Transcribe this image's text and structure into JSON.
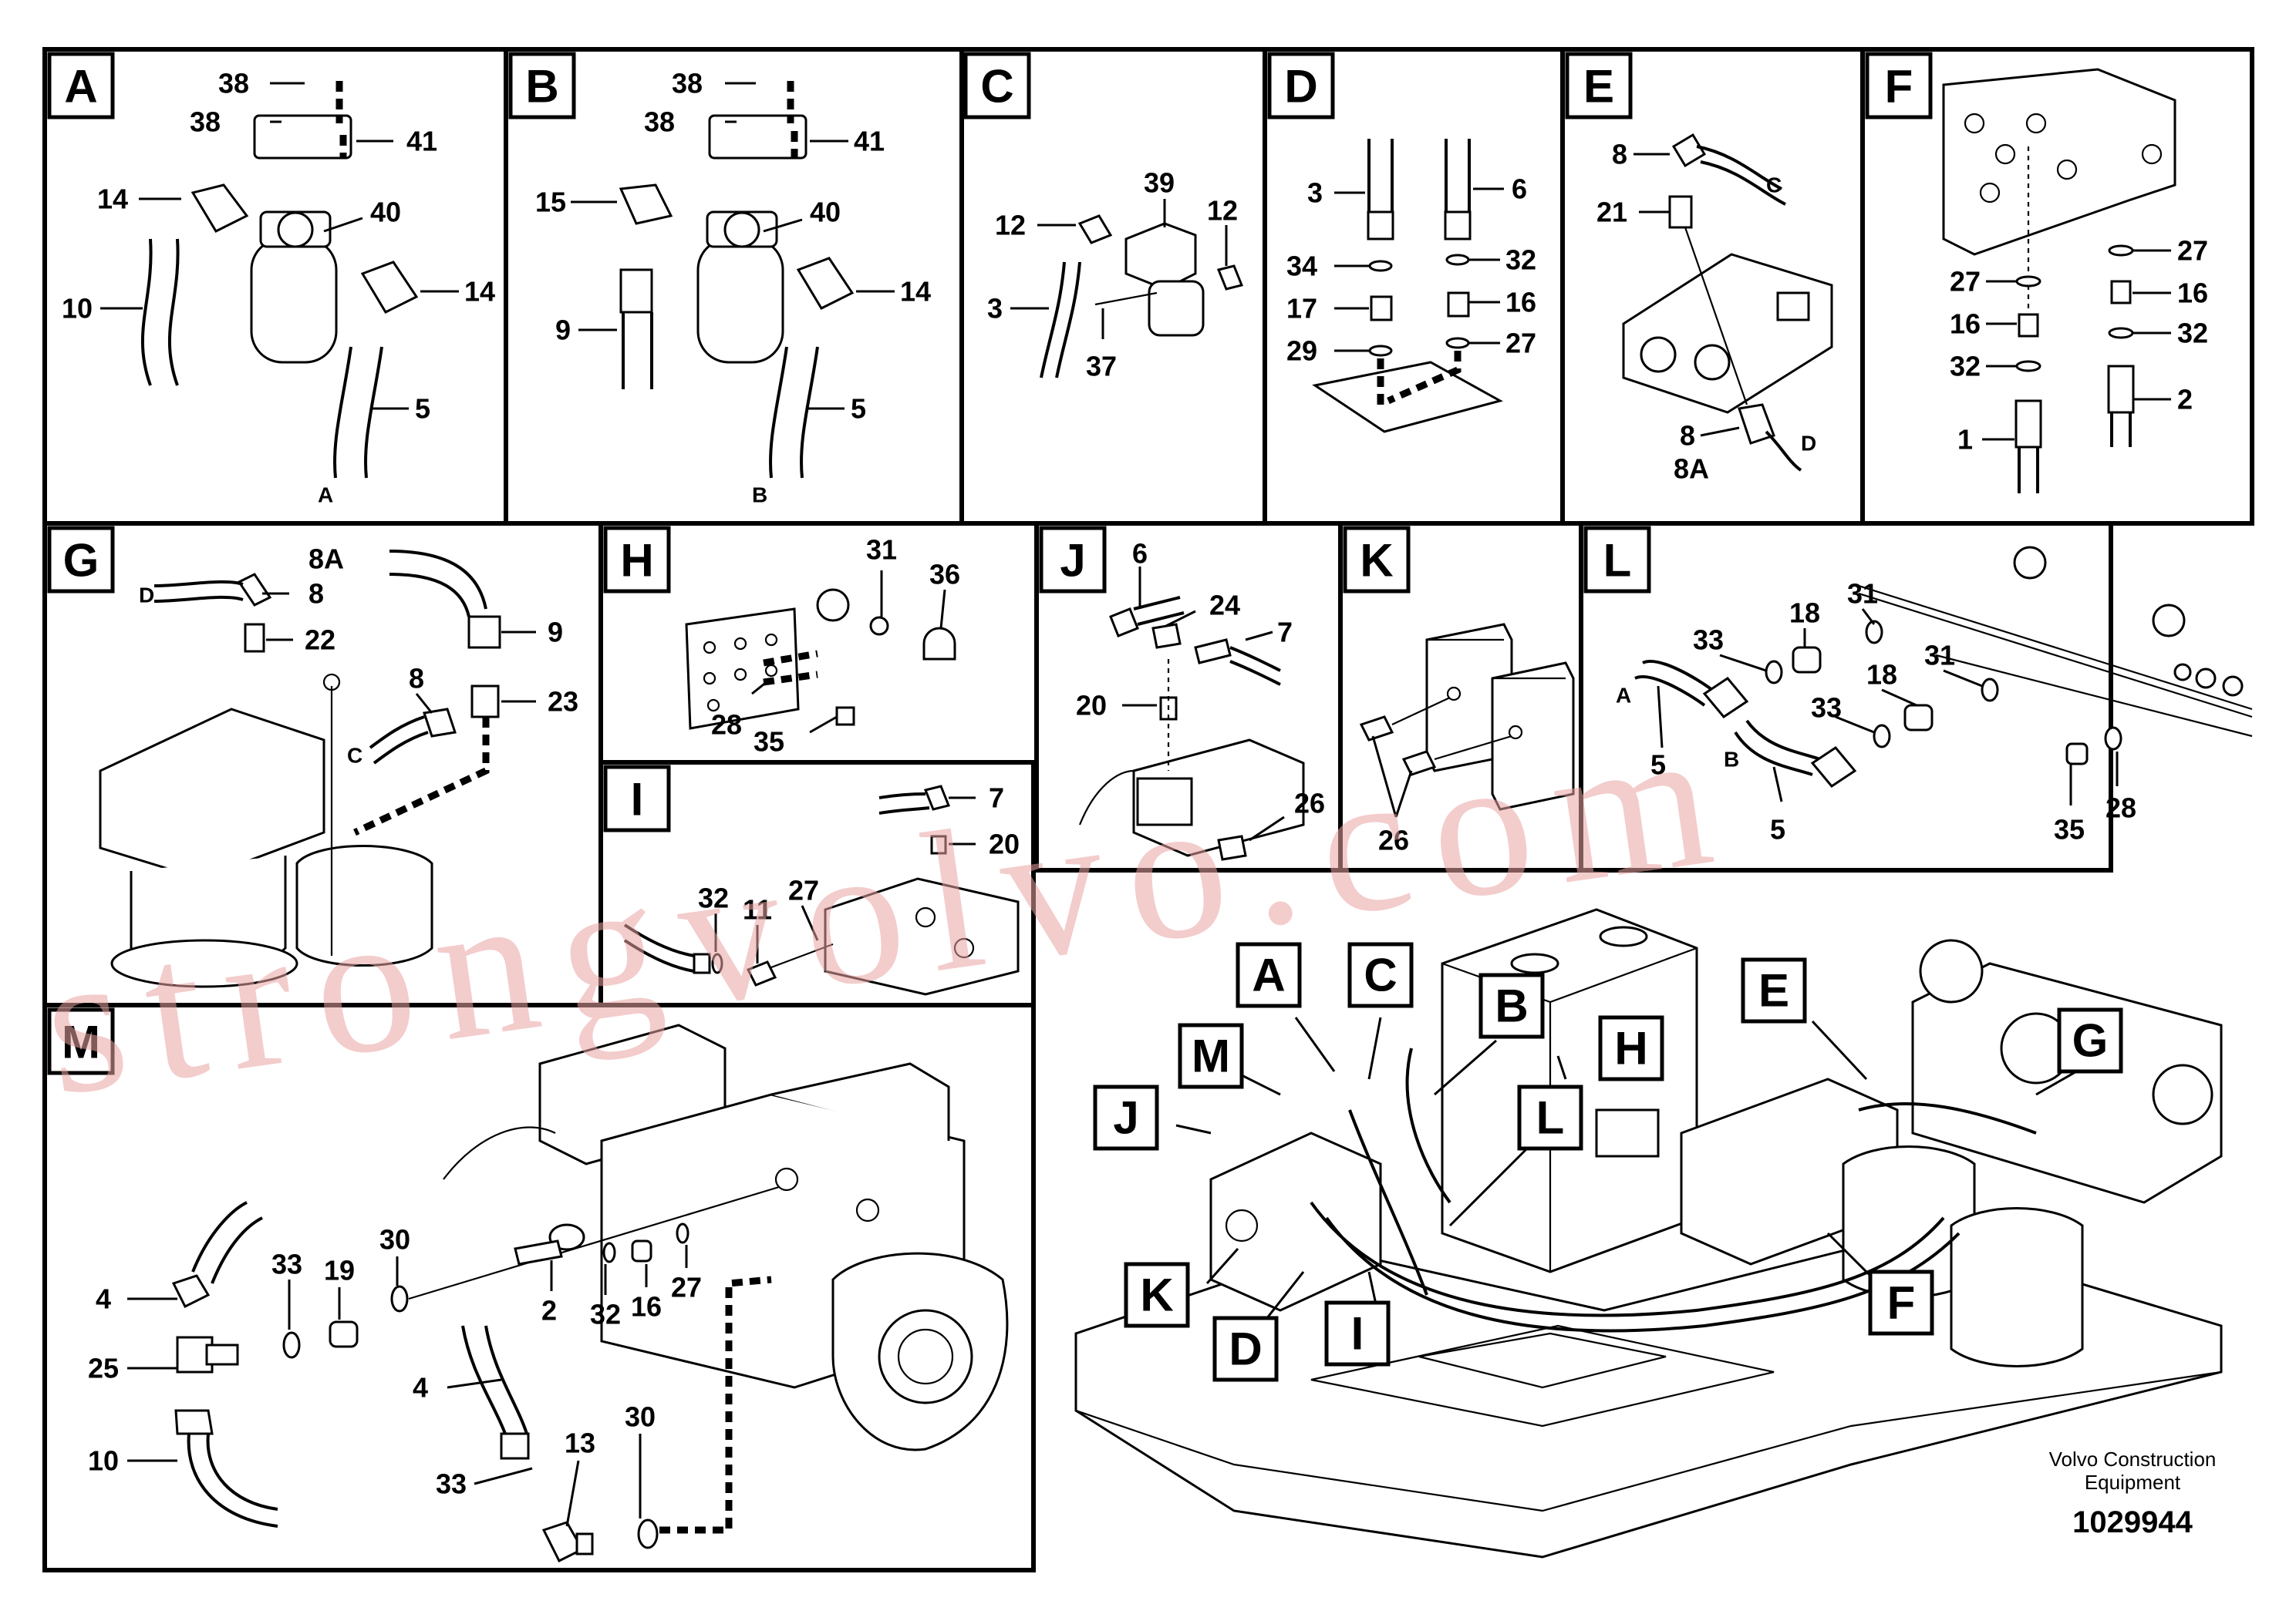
{
  "panels": [
    {
      "id": "A",
      "label": "A",
      "callouts": [
        "38",
        "38",
        "41",
        "14",
        "40",
        "14",
        "10",
        "5"
      ],
      "ends": [
        "A"
      ]
    },
    {
      "id": "B",
      "label": "B",
      "callouts": [
        "38",
        "38",
        "41",
        "15",
        "40",
        "14",
        "9",
        "5"
      ],
      "ends": [
        "B"
      ]
    },
    {
      "id": "C",
      "label": "C",
      "callouts": [
        "39",
        "12",
        "12",
        "3",
        "37"
      ]
    },
    {
      "id": "D",
      "label": "D",
      "callouts": [
        "3",
        "6",
        "34",
        "32",
        "17",
        "16",
        "29",
        "27"
      ]
    },
    {
      "id": "E",
      "label": "E",
      "callouts": [
        "8",
        "21",
        "8",
        "8A"
      ],
      "ends": [
        "C",
        "D"
      ]
    },
    {
      "id": "F",
      "label": "F",
      "callouts": [
        "27",
        "27",
        "16",
        "16",
        "32",
        "32",
        "2",
        "1"
      ]
    },
    {
      "id": "G",
      "label": "G",
      "callouts": [
        "8A",
        "8",
        "9",
        "22",
        "8",
        "23"
      ],
      "ends": [
        "D",
        "C"
      ]
    },
    {
      "id": "H",
      "label": "H",
      "callouts": [
        "31",
        "36",
        "28",
        "35"
      ]
    },
    {
      "id": "I",
      "label": "I",
      "callouts": [
        "7",
        "20",
        "32",
        "27",
        "11"
      ]
    },
    {
      "id": "J",
      "label": "J",
      "callouts": [
        "6",
        "24",
        "7",
        "20",
        "26"
      ]
    },
    {
      "id": "K",
      "label": "K",
      "callouts": [
        "26"
      ]
    },
    {
      "id": "L",
      "label": "L",
      "callouts": [
        "31",
        "18",
        "33",
        "31",
        "18",
        "33",
        "5",
        "5",
        "35",
        "28"
      ],
      "ends": [
        "A",
        "B"
      ]
    },
    {
      "id": "M",
      "label": "M",
      "callouts": [
        "30",
        "19",
        "33",
        "4",
        "25",
        "10",
        "2",
        "32",
        "16",
        "27",
        "4",
        "13",
        "33",
        "30"
      ]
    }
  ],
  "overview_tags": [
    "A",
    "C",
    "B",
    "H",
    "M",
    "J",
    "L",
    "K",
    "D",
    "I",
    "E",
    "G",
    "F"
  ],
  "footer": {
    "company_line1": "Volvo Construction",
    "company_line2": "Equipment",
    "drawing_number": "1029944"
  },
  "watermark": "strongvolvo.com"
}
